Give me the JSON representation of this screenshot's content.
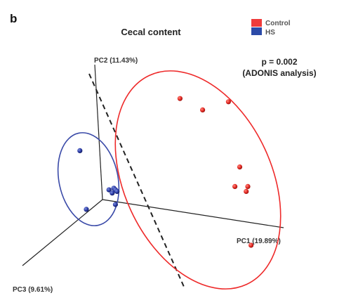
{
  "panel_label": "b",
  "chart_data": {
    "type": "scatter",
    "projection": "3d",
    "title": "Cecal content",
    "axes": {
      "x": "PC1 (19.89%)",
      "y": "PC2 (11.43%)",
      "z": "PC3 (9.61%)"
    },
    "annotation": {
      "line1": "p = 0.002",
      "line2": "(ADONIS analysis)"
    },
    "legend": {
      "placement": "top-right"
    },
    "series": [
      {
        "name": "Control",
        "color": "#e8302e",
        "ellipse_color": "#ee2a2a",
        "points": [
          {
            "pc1": 0.48,
            "pc2": 0.62
          },
          {
            "pc1": 0.62,
            "pc2": 0.55
          },
          {
            "pc1": 0.78,
            "pc2": 0.6
          },
          {
            "pc1": 0.85,
            "pc2": 0.2
          },
          {
            "pc1": 0.82,
            "pc2": 0.08
          },
          {
            "pc1": 0.9,
            "pc2": 0.08
          },
          {
            "pc1": 0.89,
            "pc2": 0.05
          },
          {
            "pc1": 0.92,
            "pc2": -0.28
          }
        ]
      },
      {
        "name": "HS",
        "color": "#2a3a9e",
        "ellipse_color": "#3a4aa8",
        "points": [
          {
            "pc1": -0.14,
            "pc2": 0.3
          },
          {
            "pc1": 0.04,
            "pc2": 0.06
          },
          {
            "pc1": 0.07,
            "pc2": 0.07
          },
          {
            "pc1": 0.08,
            "pc2": 0.06
          },
          {
            "pc1": 0.09,
            "pc2": 0.05
          },
          {
            "pc1": 0.06,
            "pc2": 0.04
          },
          {
            "pc1": 0.08,
            "pc2": -0.03
          },
          {
            "pc1": -0.1,
            "pc2": -0.06
          }
        ]
      }
    ]
  }
}
